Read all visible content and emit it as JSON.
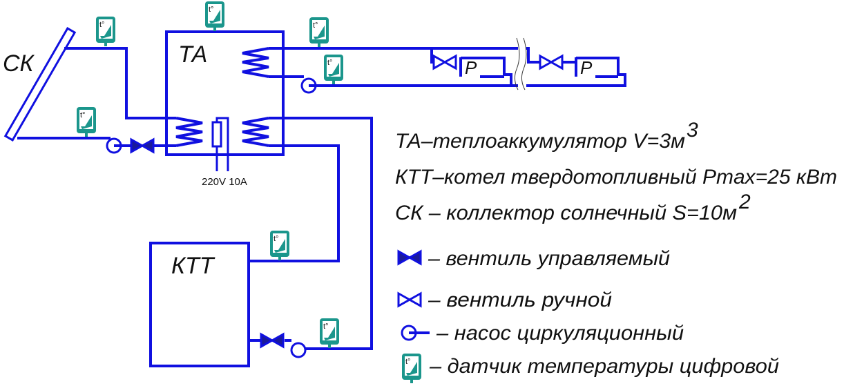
{
  "labels": {
    "collector": "СК",
    "accumulator": "ТА",
    "boiler": "КТТ",
    "heater_power": "220V 10A",
    "regulator_1": "P",
    "regulator_2": "P",
    "sensor_mark": "t°"
  },
  "legend": {
    "line1": "ТА–теплоаккумулятор V=3м",
    "line1_sup": "3",
    "line2": "КТТ–котел твердотопливный Pmax=25 кВт",
    "line3": "СК – коллектор солнечный S=10м",
    "line3_sup": "2",
    "valve_controlled": "– вентиль управляемый",
    "valve_manual": "– вентиль ручной",
    "pump": "– насос циркуляционный",
    "sensor": "– датчик температуры цифровой"
  },
  "colors": {
    "pipe": "#1010e0",
    "sensor": "#1b968c",
    "valve_fill": "#1a1a9a"
  }
}
